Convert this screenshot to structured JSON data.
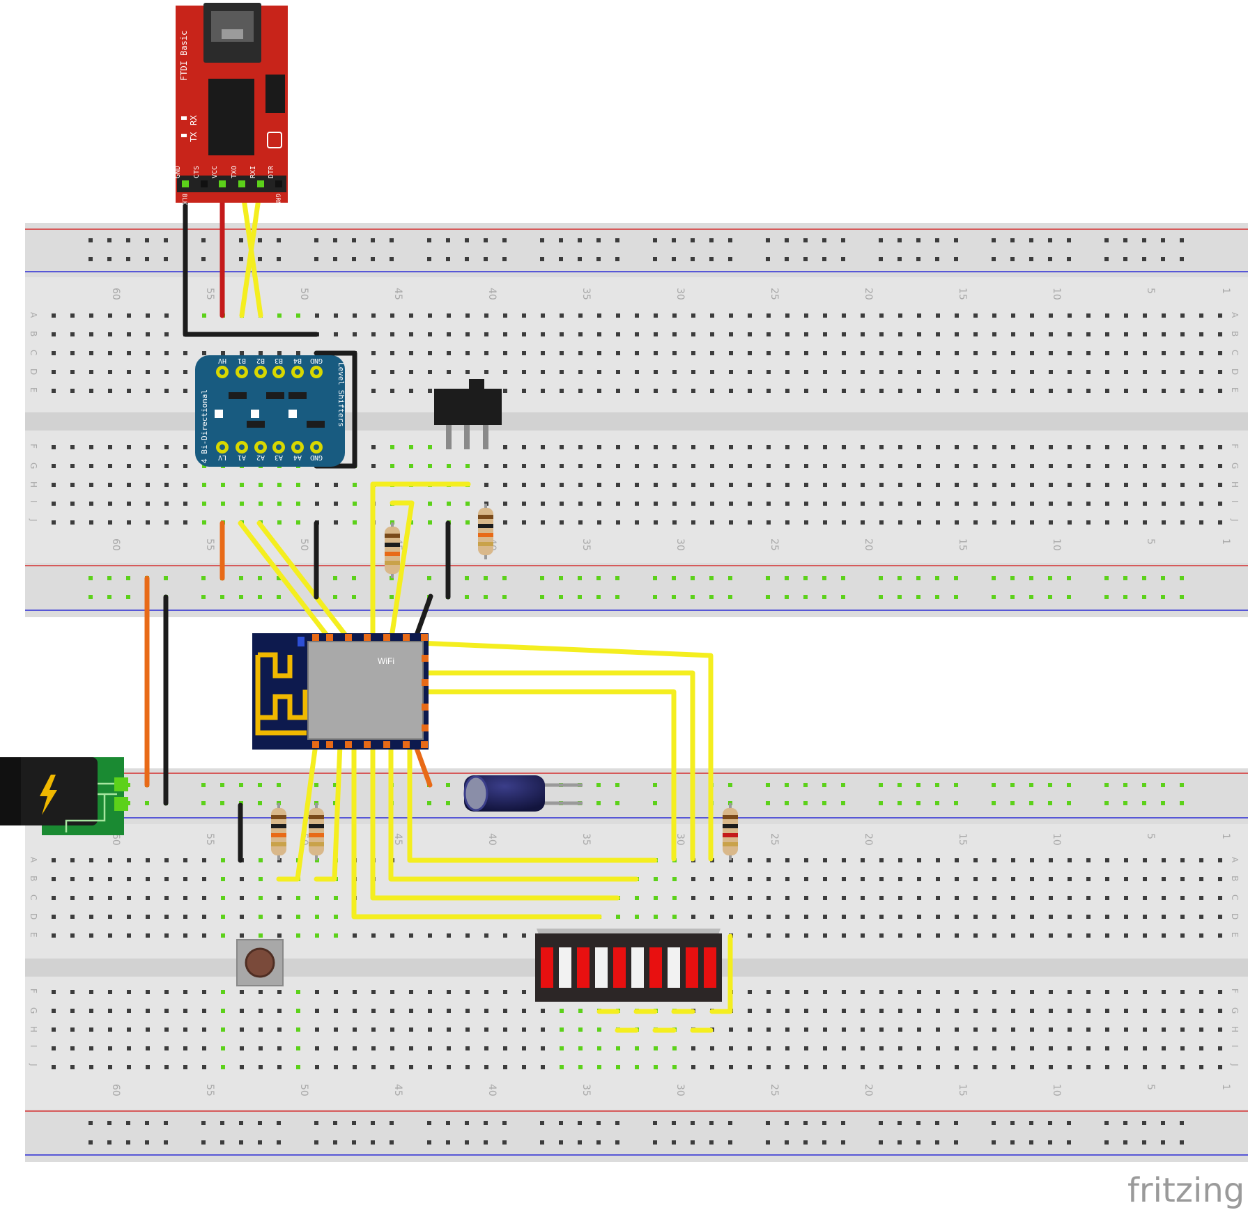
{
  "app": {
    "brand": "fritzing"
  },
  "colors": {
    "breadboard": "#dcdcdc",
    "hole": "#3c3c3c",
    "hole_active": "#5cd11a",
    "rail_red": "#d42f2f",
    "rail_blue": "#2b2bd4",
    "wire_yellow": "#f4ee1f",
    "wire_black": "#1c1c1c",
    "wire_red": "#c41a1a",
    "wire_orange": "#e86a17",
    "ftdi_board": "#c8241a",
    "level_shifter": "#185b80",
    "esp_board": "#0d1a4e",
    "barrel_board": "#1a8a32"
  },
  "breadboard_top": {
    "column_numbers": [
      "60",
      "55",
      "50",
      "45",
      "40",
      "35",
      "30",
      "25",
      "20",
      "15",
      "10",
      "5",
      "1"
    ],
    "row_letters_upper": [
      "A",
      "B",
      "C",
      "D",
      "E"
    ],
    "row_letters_lower": [
      "F",
      "G",
      "H",
      "I",
      "J"
    ]
  },
  "breadboard_bottom": {
    "column_numbers": [
      "60",
      "55",
      "50",
      "45",
      "40",
      "35",
      "30",
      "25",
      "20",
      "15",
      "10",
      "5",
      "1"
    ],
    "row_letters_upper": [
      "A",
      "B",
      "C",
      "D",
      "E"
    ],
    "row_letters_lower": [
      "F",
      "G",
      "H",
      "I",
      "J"
    ]
  },
  "ftdi": {
    "title": "FTDI Basic",
    "tx_label": "TX",
    "rx_label": "RX",
    "pin_labels": [
      "GND",
      "CTS",
      "VCC",
      "TXO",
      "RXI",
      "DTR"
    ],
    "bottom_left": "BLK",
    "bottom_right": "GRN"
  },
  "level_shifter": {
    "title_left": "4 Bi-Directional",
    "title_right": "Level Shifters",
    "top_pins": [
      "HV",
      "B1",
      "B2",
      "B3",
      "B4",
      "GND"
    ],
    "bottom_pins": [
      "LV",
      "A1",
      "A2",
      "A3",
      "A4",
      "GND"
    ]
  },
  "esp": {
    "badge": "WiFi"
  }
}
